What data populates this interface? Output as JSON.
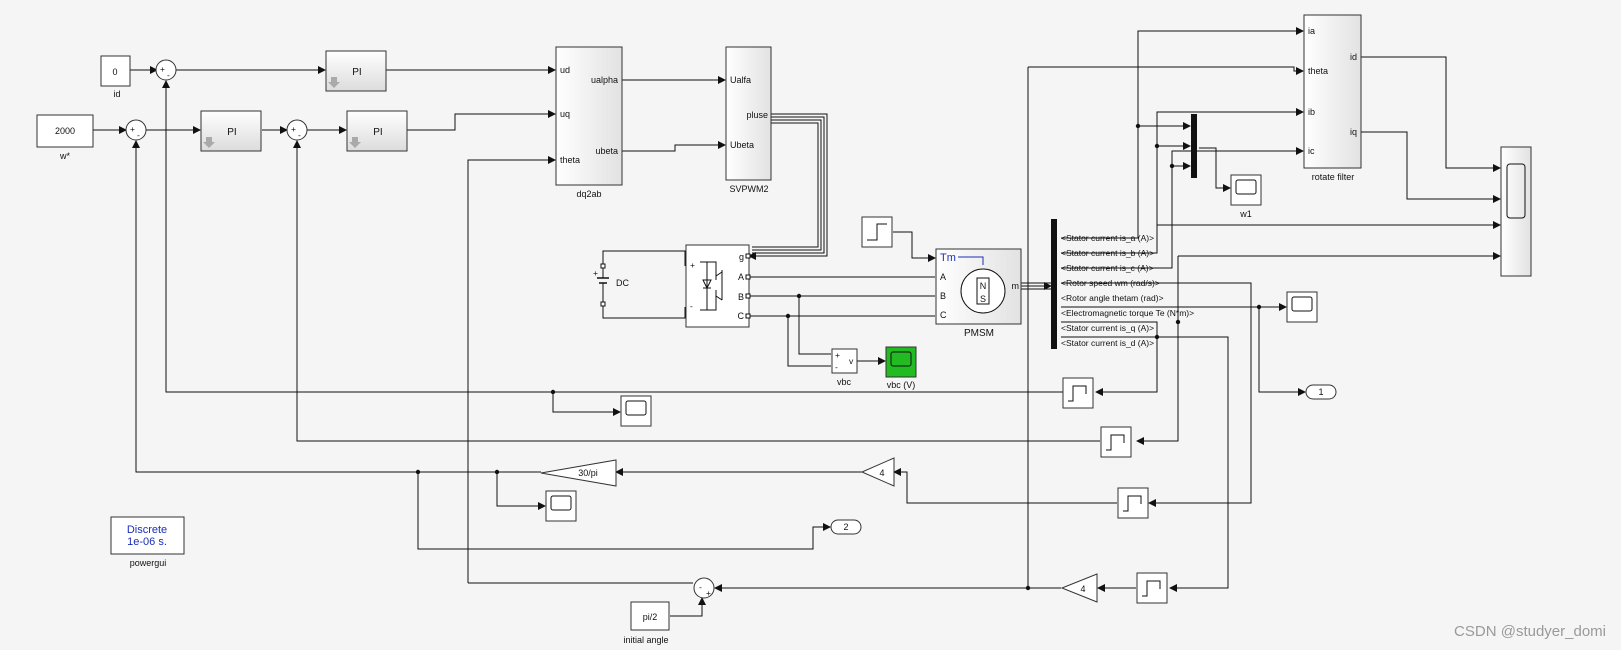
{
  "blocks": {
    "const_id": {
      "value": "0",
      "name": "id"
    },
    "const_speed": {
      "value": "2000",
      "name": "w*"
    },
    "pi": "PI",
    "dq2ab": {
      "name": "dq2ab",
      "in": [
        "ud",
        "uq",
        "theta"
      ],
      "out": [
        "ualpha",
        "ubeta"
      ]
    },
    "svpwm": {
      "name": "SVPWM2",
      "in": [
        "Ualfa",
        "Ubeta"
      ],
      "out": "pluse"
    },
    "dc": {
      "name": "DC",
      "plus": "+",
      "minus": "-"
    },
    "inverter": {
      "ports": [
        "g",
        "A",
        "B",
        "C"
      ],
      "plus": "+",
      "minus": "-"
    },
    "pmsm": {
      "name": "PMSM",
      "tm": "Tm",
      "ports": [
        "A",
        "B",
        "C"
      ],
      "m": "m",
      "rotor_n": "N",
      "rotor_s": "S"
    },
    "vbc": {
      "name": "vbc",
      "plus": "+",
      "minus": "-",
      "v": "v"
    },
    "vbc_scope": {
      "name": "vbc (V)"
    },
    "rotate": {
      "name": "rotate filter",
      "in": [
        "ia",
        "theta",
        "ib",
        "ic"
      ],
      "out": [
        "id",
        "iq"
      ]
    },
    "scope_w1": {
      "name": "w1"
    },
    "gain_speed": "30/pi",
    "gain_4a": "4",
    "gain_4b": "4",
    "const_pi2": {
      "value": "pi/2",
      "name": "initial angle"
    },
    "out1": "1",
    "out2": "2",
    "powergui": {
      "line1": "Discrete",
      "line2": "1e-06 s.",
      "name": "powergui"
    },
    "sum_signs": {
      "plus": "+",
      "minus": "-"
    }
  },
  "bus_signals": [
    "<Stator current is_a (A)>",
    "<Stator current is_b (A)>",
    "<Stator current is_c (A)>",
    "<Rotor speed wm (rad/s)>",
    "<Rotor angle thetam (rad)>",
    "<Electromagnetic torque Te (N*m)>",
    "<Stator current is_q (A)>",
    "<Stator current is_d (A)>"
  ],
  "watermark": "CSDN @studyer_domi",
  "colors": {
    "scope_green": "#22bb22",
    "tm_blue": "#1a2fb5",
    "sim_block": "#1a2fb5"
  }
}
